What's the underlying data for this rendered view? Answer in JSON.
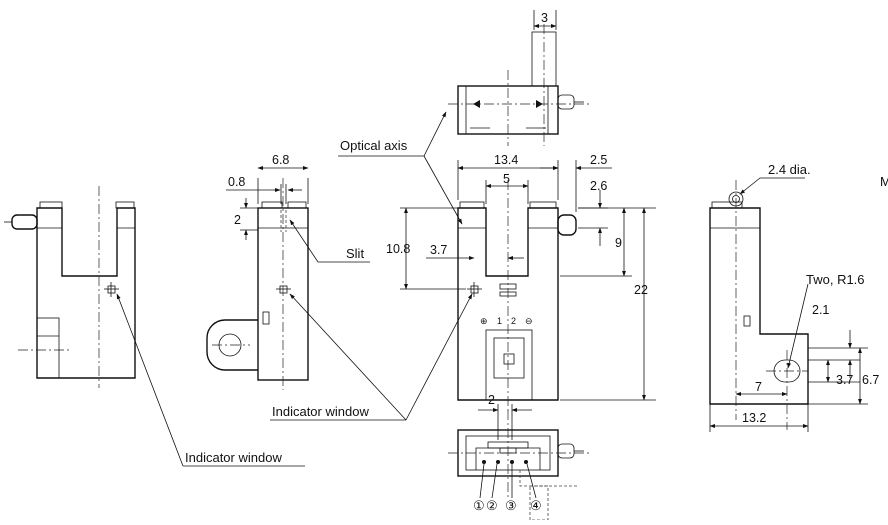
{
  "labels": {
    "optical_axis": "Optical axis",
    "slit": "Slit",
    "indicator_window": "Indicator window",
    "indicator_window_left": "Indicator window",
    "dia": "2.4 dia.",
    "two_r": "Two, R1.6",
    "cut_letter": "M"
  },
  "dimensions": {
    "top_3": "3",
    "front_13_4": "13.4",
    "front_5": "5",
    "front_2_5": "2.5",
    "front_2_6": "2.6",
    "front_10_8": "10.8",
    "front_3_7": "3.7",
    "front_9": "9",
    "front_22": "22",
    "side_6_8": "6.8",
    "side_0_8": "0.8",
    "side_2": "2",
    "bottom_2": "2",
    "right_2_1": "2.1",
    "right_3_7": "3.7",
    "right_6_7": "6.7",
    "right_7": "7",
    "right_13_2": "13.2"
  },
  "pins": {
    "plus": "⊕",
    "p1": "1",
    "p2": "2",
    "minus": "⊖",
    "n1": "①",
    "n2": "②",
    "n3": "③",
    "n4": "④"
  }
}
